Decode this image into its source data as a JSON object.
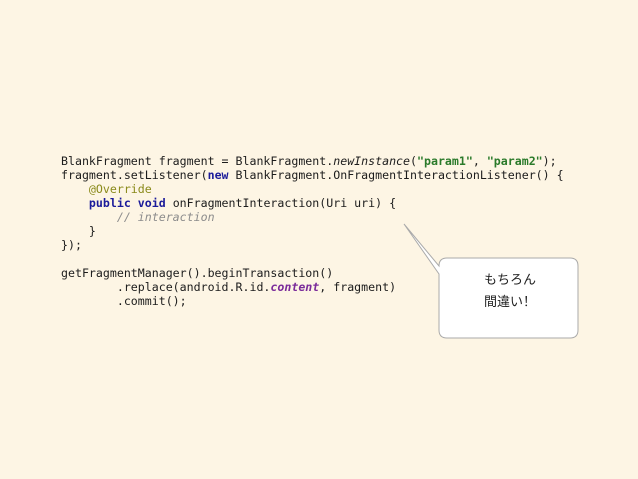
{
  "code": {
    "lines": [
      [
        {
          "t": "BlankFragment fragment = BlankFragment.",
          "c": ""
        },
        {
          "t": "newInstance",
          "c": "method-italic"
        },
        {
          "t": "(",
          "c": ""
        },
        {
          "t": "\"param1\"",
          "c": "str"
        },
        {
          "t": ", ",
          "c": ""
        },
        {
          "t": "\"param2\"",
          "c": "str"
        },
        {
          "t": ");",
          "c": ""
        }
      ],
      [
        {
          "t": "fragment.setListener(",
          "c": ""
        },
        {
          "t": "new",
          "c": "kw"
        },
        {
          "t": " BlankFragment.OnFragmentInteractionListener() {",
          "c": ""
        }
      ],
      [
        {
          "t": "    ",
          "c": ""
        },
        {
          "t": "@Override",
          "c": "anno"
        }
      ],
      [
        {
          "t": "    ",
          "c": ""
        },
        {
          "t": "public",
          "c": "kw"
        },
        {
          "t": " ",
          "c": ""
        },
        {
          "t": "void",
          "c": "kw"
        },
        {
          "t": " onFragmentInteraction(Uri uri) {",
          "c": ""
        }
      ],
      [
        {
          "t": "        ",
          "c": ""
        },
        {
          "t": "// interaction",
          "c": "comment"
        }
      ],
      [
        {
          "t": "    }",
          "c": ""
        }
      ],
      [
        {
          "t": "});",
          "c": ""
        }
      ],
      [
        {
          "t": "",
          "c": ""
        }
      ],
      [
        {
          "t": "getFragmentManager().beginTransaction()",
          "c": ""
        }
      ],
      [
        {
          "t": "        .replace(android.R.id.",
          "c": ""
        },
        {
          "t": "content",
          "c": "field"
        },
        {
          "t": ", fragment)",
          "c": ""
        }
      ],
      [
        {
          "t": "        .commit();",
          "c": ""
        }
      ]
    ]
  },
  "callout": {
    "line1": "もちろん",
    "line2": "間違い！"
  },
  "colors": {
    "background": "#fdf5e4",
    "keyword": "#1b1b9a",
    "string": "#2a7a2a",
    "annotation": "#8a8a1a",
    "comment": "#8c8c8c",
    "field": "#7a2a9a"
  }
}
